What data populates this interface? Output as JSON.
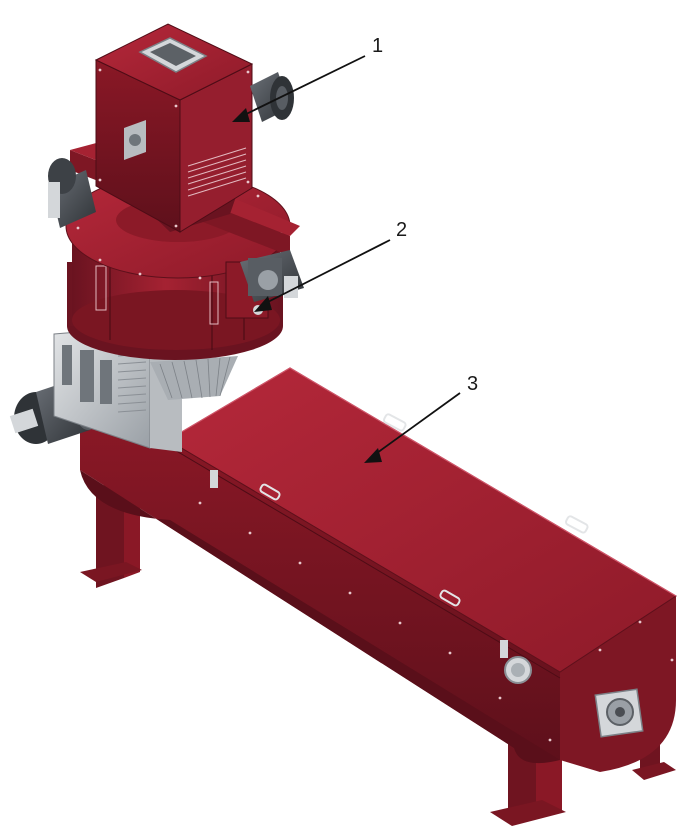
{
  "colors": {
    "body_red": "#9b1c2c",
    "body_red_light": "#b5283a",
    "body_red_dark": "#6f1420",
    "steel_grey": "#9aa0a6",
    "steel_light": "#d4d7da",
    "motor_dark": "#3d4146",
    "background": "#ffffff"
  },
  "callouts": [
    {
      "number": "1"
    },
    {
      "number": "2"
    },
    {
      "number": "3"
    }
  ]
}
